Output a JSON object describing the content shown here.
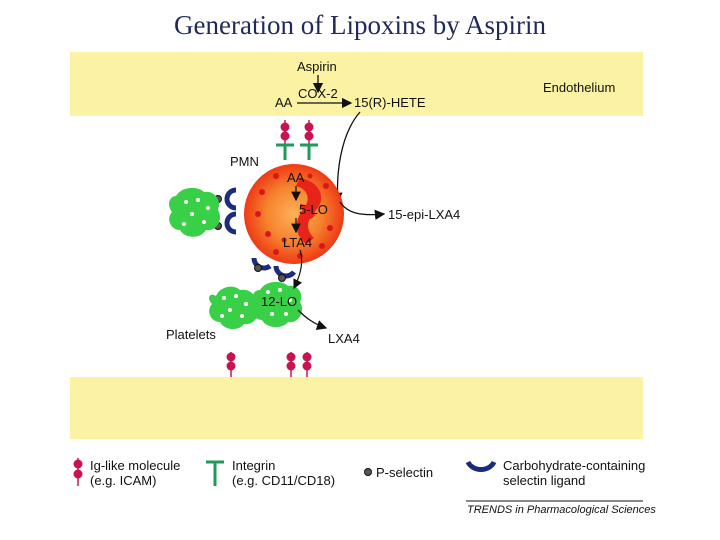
{
  "title": "Generation of Lipoxins by Aspirin",
  "colors": {
    "background_band": "#fbf3a3",
    "cell_orange": "#f3742a",
    "cell_red": "#e82318",
    "platelet_green": "#39d048",
    "receptor_green": "#1e9a5a",
    "selectin_blue": "#1c2a80",
    "molecule_magenta": "#c8134e",
    "arrow": "#111111"
  },
  "diagram": {
    "aspirin": "Aspirin",
    "aa_top": "AA",
    "cox2": "COX-2",
    "hete": "15(R)-HETE",
    "endothelium": "Endothelium",
    "pmn": "PMN",
    "aa_cell": "AA",
    "lo5": "5-LO",
    "lta4": "LTA4",
    "epi_lxa4": "15-epi-LXA4",
    "lo12": "12-LO",
    "platelets": "Platelets",
    "lxa4": "LXA4"
  },
  "legend": {
    "ig_line1": "Ig-like molecule",
    "ig_line2": "(e.g. ICAM)",
    "integrin_line1": "Integrin",
    "integrin_line2": "(e.g. CD11/CD18)",
    "pselectin": "P-selectin",
    "carb_line1": "Carbohydrate-containing",
    "carb_line2": "selectin ligand"
  },
  "credit": "TRENDS in Pharmacological Sciences",
  "icons": [
    "ig-like-molecule-icon",
    "integrin-icon",
    "p-selectin-icon",
    "selectin-ligand-icon"
  ]
}
